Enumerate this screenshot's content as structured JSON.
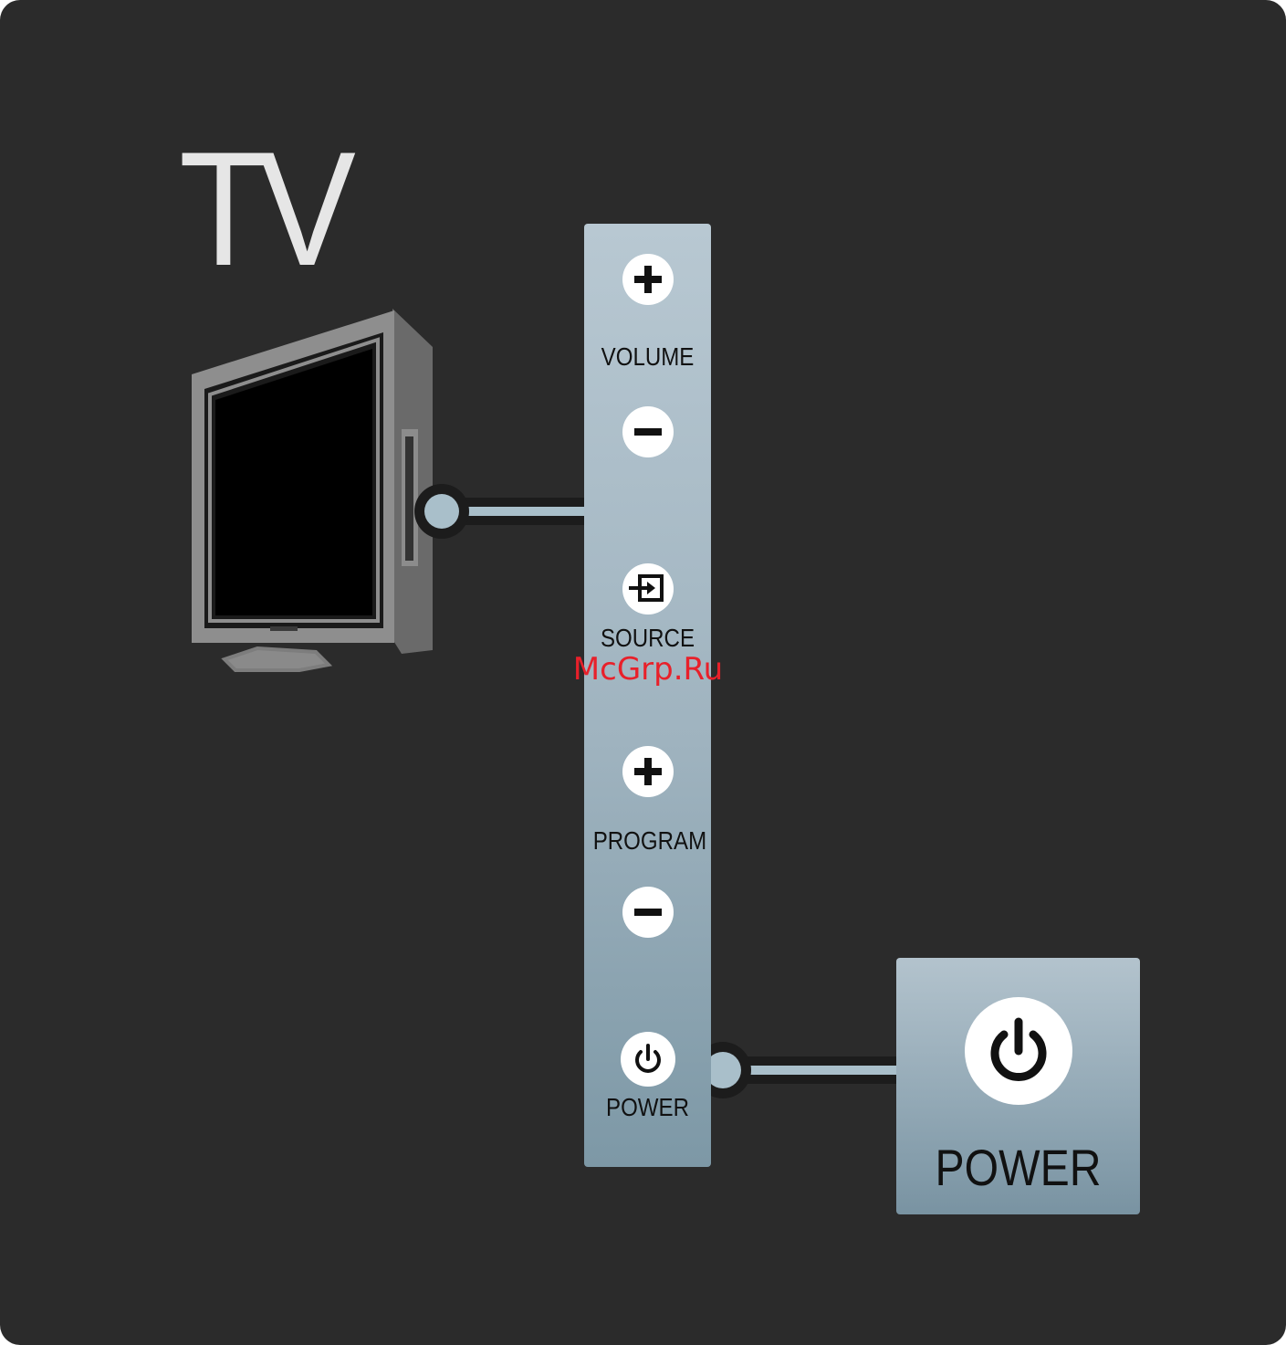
{
  "title": "TV",
  "side_panel": {
    "volume_label": "VOLUME",
    "source_label": "SOURCE",
    "program_label": "PROGRAM",
    "power_label": "POWER"
  },
  "power_callout": {
    "label": "POWER"
  },
  "watermark": "McGrp.Ru",
  "colors": {
    "background": "#2b2b2b",
    "panel_top": "#b8c8d2",
    "panel_bottom": "#7d98a6",
    "connector": "#a9bfca",
    "watermark": "#e8202a"
  }
}
